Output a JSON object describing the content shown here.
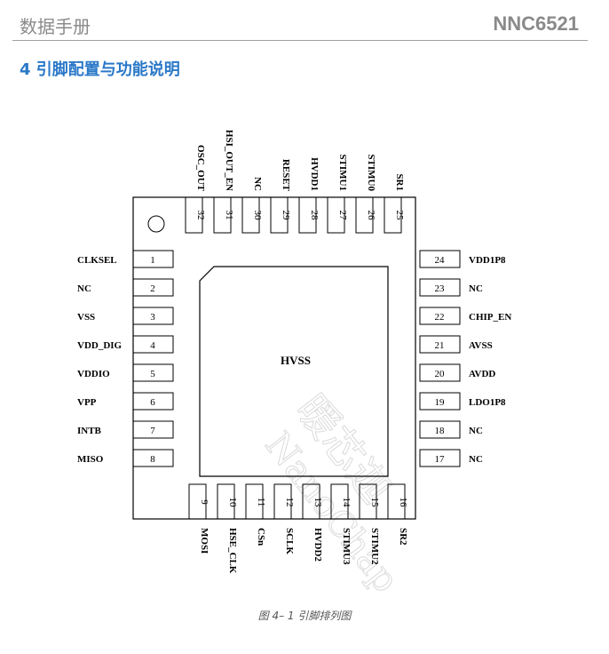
{
  "header": {
    "doc_type": "数据手册",
    "part_number": "NNC6521"
  },
  "section_title": "4 引脚配置与功能说明",
  "package": {
    "center_label": "HVSS",
    "left_pins": [
      [
        "1",
        "CLKSEL"
      ],
      [
        "2",
        "NC"
      ],
      [
        "3",
        "VSS"
      ],
      [
        "4",
        "VDD_DIG"
      ],
      [
        "5",
        "VDDIO"
      ],
      [
        "6",
        "VPP"
      ],
      [
        "7",
        "INTB"
      ],
      [
        "8",
        "MISO"
      ]
    ],
    "bottom_pins": [
      [
        "9",
        "MOSI"
      ],
      [
        "10",
        "HSE_CLK"
      ],
      [
        "11",
        "CSn"
      ],
      [
        "12",
        "SCLK"
      ],
      [
        "13",
        "HVDD2"
      ],
      [
        "14",
        "STIMU3"
      ],
      [
        "15",
        "STIMU2"
      ],
      [
        "16",
        "SR2"
      ]
    ],
    "right_pins": [
      [
        "17",
        "NC"
      ],
      [
        "18",
        "NC"
      ],
      [
        "19",
        "LDO1P8"
      ],
      [
        "20",
        "AVDD"
      ],
      [
        "21",
        "AVSS"
      ],
      [
        "22",
        "CHIP_EN"
      ],
      [
        "23",
        "NC"
      ],
      [
        "24",
        "VDD1P8"
      ]
    ],
    "top_pins": [
      [
        "25",
        "SR1"
      ],
      [
        "26",
        "STIMU0"
      ],
      [
        "27",
        "STIMU1"
      ],
      [
        "28",
        "HVDD1"
      ],
      [
        "29",
        "RESET"
      ],
      [
        "30",
        "NC"
      ],
      [
        "31",
        "HSI_OUT_EN"
      ],
      [
        "32",
        "OSC_OUT"
      ]
    ]
  },
  "watermark": {
    "cn": "暖芯迦",
    "en": "NanoChap"
  },
  "caption": "图 4– 1 引脚排列图",
  "colors": {
    "section_title": "#2a78c8",
    "header_text": "#8a8a8a",
    "watermark": "#d0d0d0"
  }
}
